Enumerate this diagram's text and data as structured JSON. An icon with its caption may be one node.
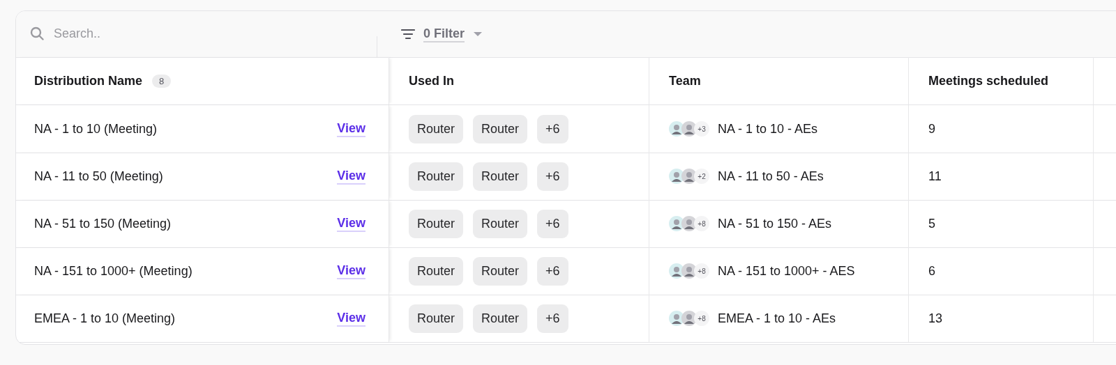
{
  "diagram": {
    "labels": [
      "Search..",
      "0 Filter",
      "Distribution Name",
      "8",
      "Used In",
      "Team",
      "Meetings scheduled",
      "NA - 1 to 10 (Meeting)",
      "View",
      "Router",
      "Router",
      "+6",
      "+3",
      "NA - 1 to 10 - AEs",
      "9",
      "NA - 11 to 50 (Meeting)",
      "View",
      "Router",
      "Router",
      "+6",
      "+2",
      "NA - 11 to 50 - AEs",
      "11",
      "NA - 51 to 150 (Meeting)",
      "View",
      "Router",
      "Router",
      "+6",
      "+8",
      "NA - 51 to 150 - AEs",
      "5",
      "NA - 151 to 1000+ (Meeting)",
      "View",
      "Router",
      "Router",
      "+6",
      "+8",
      "NA - 151 to 1000+ - AES",
      "6",
      "EMEA - 1 to 10 (Meeting)",
      "View",
      "Router",
      "Router",
      "+6",
      "+8",
      "EMEA - 1 to 10 - AEs",
      "13"
    ]
  }
}
